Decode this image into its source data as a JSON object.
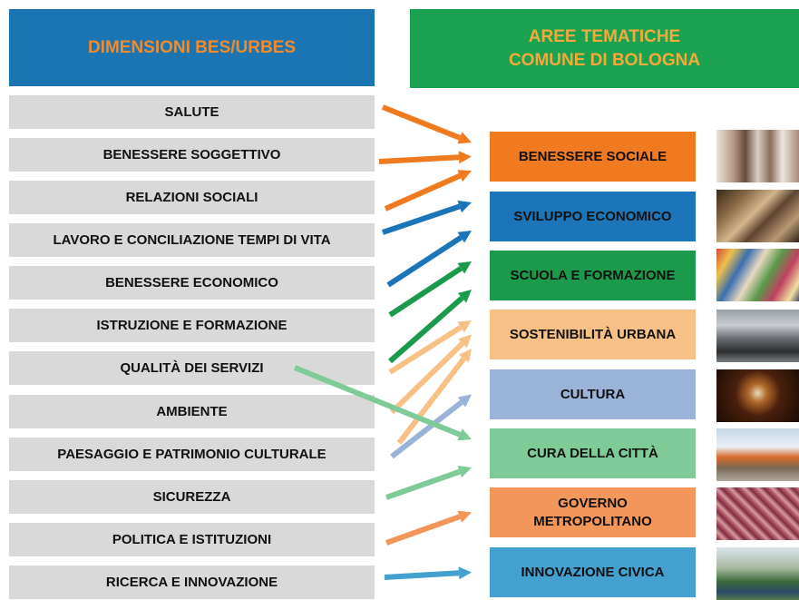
{
  "headers": {
    "left": "DIMENSIONI BES/URBES",
    "right_line1": "AREE TEMATICHE",
    "right_line2": "COMUNE DI BOLOGNA"
  },
  "dimensions": [
    "SALUTE",
    "BENESSERE SOGGETTIVO",
    "RELAZIONI SOCIALI",
    "LAVORO E CONCILIAZIONE TEMPI DI VITA",
    "BENESSERE ECONOMICO",
    "ISTRUZIONE E FORMAZIONE",
    "QUALITÀ DEI SERVIZI",
    "AMBIENTE",
    "PAESAGGIO E PATRIMONIO CULTURALE",
    "SICUREZZA",
    "POLITICA E ISTITUZIONI",
    "RICERCA E INNOVAZIONE"
  ],
  "areas": [
    {
      "label": "BENESSERE SOCIALE",
      "color": "#f07a1f"
    },
    {
      "label": "SVILUPPO ECONOMICO",
      "color": "#1c75b8"
    },
    {
      "label": "SCUOLA E FORMAZIONE",
      "color": "#1b9a4b"
    },
    {
      "label": "SOSTENIBILITÀ URBANA",
      "color": "#f7c185"
    },
    {
      "label": "CULTURA",
      "color": "#9ab3d8"
    },
    {
      "label": "CURA DELLA CITTÀ",
      "color": "#7fcb98"
    },
    {
      "label_line1": "GOVERNO",
      "label_line2": "METROPOLITANO",
      "color": "#f3965a"
    },
    {
      "label": "INNOVAZIONE CIVICA",
      "color": "#44a1cf"
    }
  ],
  "connections": [
    {
      "from": 0,
      "to": 0,
      "color": "#f07a1f"
    },
    {
      "from": 1,
      "to": 0,
      "color": "#f07a1f"
    },
    {
      "from": 2,
      "to": 0,
      "color": "#f07a1f"
    },
    {
      "from": 3,
      "to": 1,
      "color": "#1c75b8"
    },
    {
      "from": 4,
      "to": 1,
      "color": "#1c75b8"
    },
    {
      "from": 5,
      "to": 2,
      "color": "#1b9a4b"
    },
    {
      "from": 6,
      "to": 2,
      "color": "#1b9a4b"
    },
    {
      "from": 6,
      "to": 3,
      "color": "#f7c185"
    },
    {
      "from": 7,
      "to": 3,
      "color": "#f7c185"
    },
    {
      "from": 8,
      "to": 3,
      "color": "#f7c185"
    },
    {
      "from": 8,
      "to": 4,
      "color": "#9ab3d8"
    },
    {
      "from": 6,
      "to": 5,
      "color": "#7fcb98"
    },
    {
      "from": 9,
      "to": 5,
      "color": "#7fcb98"
    },
    {
      "from": 10,
      "to": 6,
      "color": "#f3965a"
    },
    {
      "from": 11,
      "to": 7,
      "color": "#44a1cf"
    }
  ]
}
